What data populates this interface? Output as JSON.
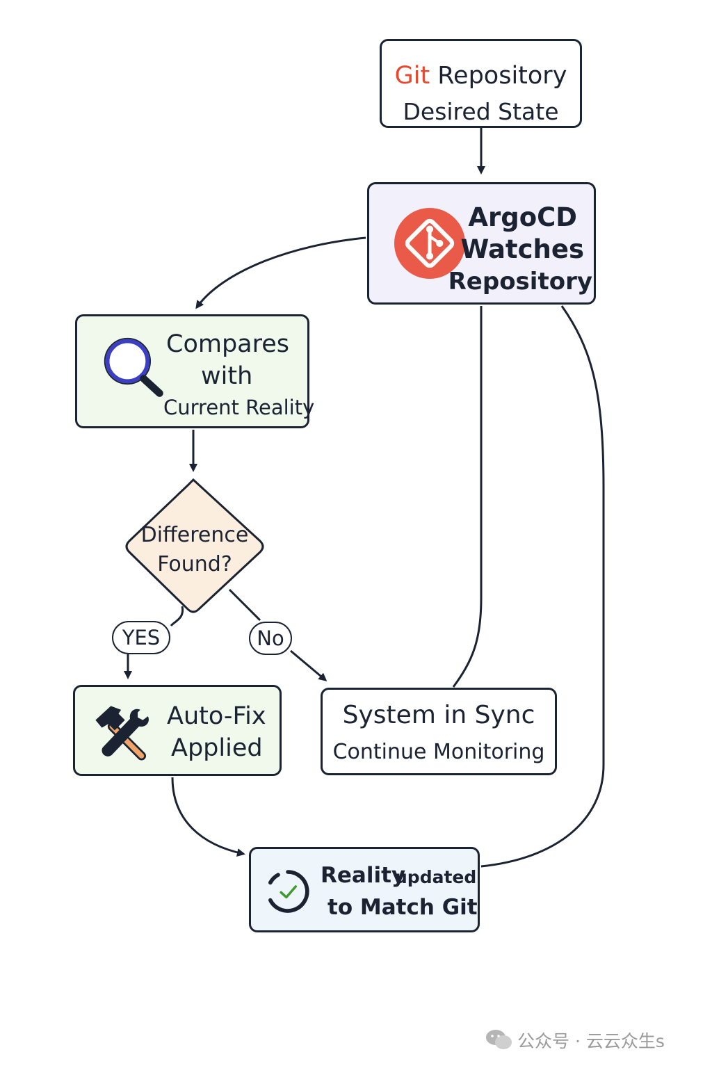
{
  "nodes": {
    "git": {
      "line1_prefix": "Git",
      "line1_suffix": " Repository",
      "line2": "Desired State"
    },
    "argocd": {
      "line1": "ArgoCD",
      "line2": "Watches",
      "line3": "Repository"
    },
    "compare": {
      "line1": "Compares",
      "line2": "with",
      "line3": "Current Reality"
    },
    "decision": {
      "line1": "Difference",
      "line2": "Found?"
    },
    "autofix": {
      "line1": "Auto-Fix",
      "line2": "Applied"
    },
    "sync": {
      "line1": "System in Sync",
      "line2": "Continue Monitoring"
    },
    "reality": {
      "line1a": "Reality",
      "line1b": "updated",
      "line2": "to Match Git"
    }
  },
  "edge_labels": {
    "yes": "YES",
    "no": "No"
  },
  "watermark": {
    "text": "公众号 · 云云众生s"
  },
  "colors": {
    "stroke": "#1b2333",
    "git_accent": "#e8472d",
    "argocd_logo": "#ea5a48",
    "argocd_fill": "#f1f0fb",
    "green_fill": "#f1f8ec",
    "decision_fill": "#fbeede",
    "reality_fill": "#eef5fb",
    "magnifier_ring": "#3b3fc4",
    "hammer_handle": "#f0a468",
    "check": "#3f9a2f"
  },
  "icons": {
    "argocd": "git-diamond-logo-icon",
    "compare": "magnifier-icon",
    "autofix": "hammer-wrench-icon",
    "reality": "circular-check-icon",
    "watermark": "wechat-icon"
  }
}
